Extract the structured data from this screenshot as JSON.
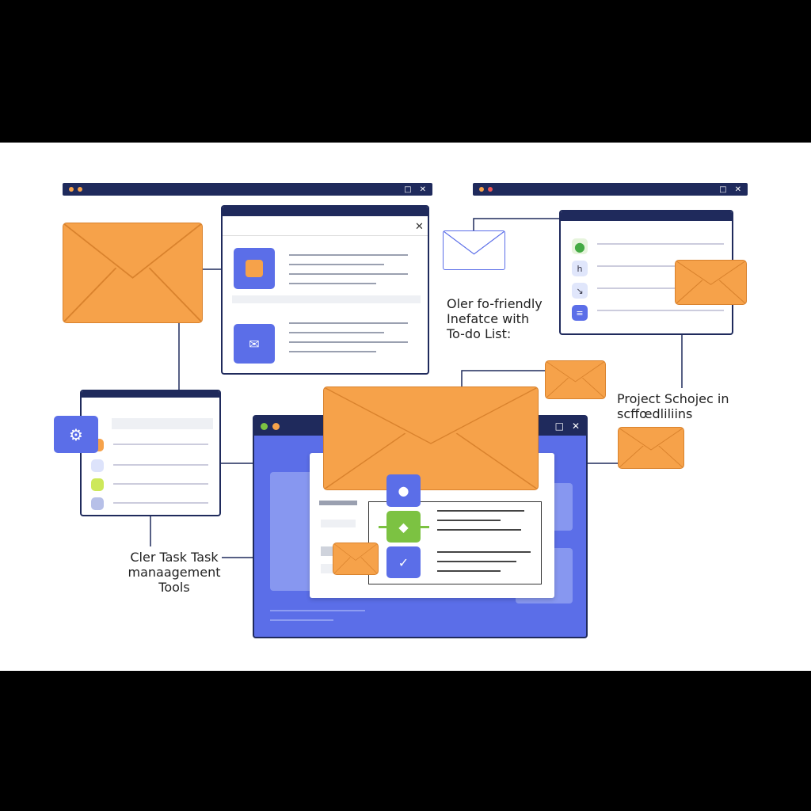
{
  "labels": {
    "todo": [
      "Oler fo-friendly",
      "Inefatce with",
      "To-do List:"
    ],
    "schedule": [
      "Project Schojec in",
      "scffœdliliins"
    ],
    "task": [
      "Cler Task Task",
      "manaagement",
      "Tools"
    ]
  },
  "window_controls": {
    "maximize": "□",
    "close": "✕"
  },
  "icons": [
    "envelope-icon",
    "checklist-icon",
    "gear-check-icon",
    "apple-icon",
    "chat-icon",
    "check-icon"
  ],
  "colors": {
    "navy": "#1f2a5c",
    "orange": "#f6a24a",
    "blue": "#5b6ee8",
    "green": "#7cc242",
    "white": "#ffffff"
  }
}
